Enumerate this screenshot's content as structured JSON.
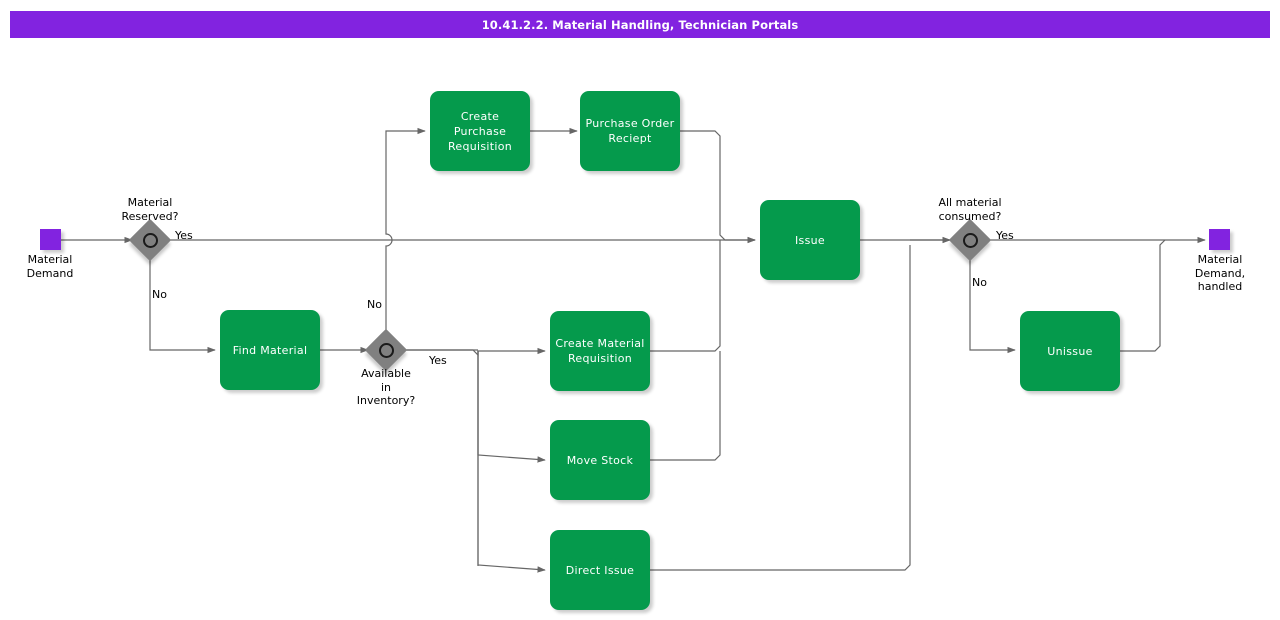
{
  "header": {
    "title": "10.41.2.2. Material Handling, Technician Portals",
    "bar_color": "#8223e0",
    "text_color": "#ffffff"
  },
  "colors": {
    "task_fill": "#059a4c",
    "task_text": "#ffffff",
    "event_fill": "#8223e0",
    "gateway_fill": "#808080",
    "gateway_ring": "#1a1a1a",
    "connector": "#666666",
    "background": "#ffffff"
  },
  "diagram": {
    "type": "bpmn-flowchart",
    "start_events": [
      {
        "id": "start-material-demand",
        "label": "Material\nDemand"
      }
    ],
    "end_events": [
      {
        "id": "end-material-demand-handled",
        "label": "Material\nDemand,\nhandled"
      }
    ],
    "gateways": [
      {
        "id": "gw-material-reserved",
        "label": "Material\nReserved?",
        "branches": [
          "Yes",
          "No"
        ]
      },
      {
        "id": "gw-available-in-inventory",
        "label": "Available\nin\nInventory?",
        "branches": [
          "Yes",
          "No"
        ]
      },
      {
        "id": "gw-all-material-consumed",
        "label": "All material\nconsumed?",
        "branches": [
          "Yes",
          "No"
        ]
      }
    ],
    "tasks": [
      {
        "id": "task-create-purchase-requisition",
        "label": "Create Purchase\nRequisition"
      },
      {
        "id": "task-purchase-order-reciept",
        "label": "Purchase Order\nReciept"
      },
      {
        "id": "task-find-material",
        "label": "Find Material"
      },
      {
        "id": "task-create-material-requisition",
        "label": "Create Material\nRequisition"
      },
      {
        "id": "task-move-stock",
        "label": "Move Stock"
      },
      {
        "id": "task-direct-issue",
        "label": "Direct Issue"
      },
      {
        "id": "task-issue",
        "label": "Issue"
      },
      {
        "id": "task-unissue",
        "label": "Unissue"
      }
    ],
    "edge_labels": {
      "reserved_yes": "Yes",
      "reserved_no": "No",
      "inventory_no": "No",
      "inventory_yes": "Yes",
      "consumed_yes": "Yes",
      "consumed_no": "No"
    }
  }
}
